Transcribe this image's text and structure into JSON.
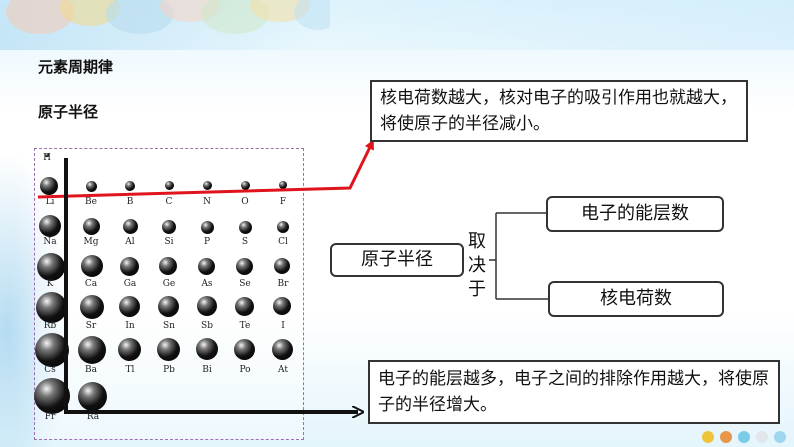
{
  "slide": {
    "title": "元素周期律",
    "subtitle": "原子半径"
  },
  "periodic_table": {
    "hydrogen": "H",
    "rows": [
      [
        "Li",
        "Be",
        "B",
        "C",
        "N",
        "O",
        "F"
      ],
      [
        "Na",
        "Mg",
        "Al",
        "Si",
        "P",
        "S",
        "Cl"
      ],
      [
        "K",
        "Ca",
        "Ga",
        "Ge",
        "As",
        "Se",
        "Br"
      ],
      [
        "Rb",
        "Sr",
        "In",
        "Sn",
        "Sb",
        "Te",
        "I"
      ],
      [
        "Cs",
        "Ba",
        "Tl",
        "Pb",
        "Bi",
        "Po",
        "At"
      ],
      [
        "Fr",
        "Ra"
      ]
    ]
  },
  "notes": {
    "nuclear_charge_effect": "核电荷数越大，核对电子的吸引作用也就越大，将使原子的半径减小。",
    "atomic_radius": "原子半径",
    "depends_on": [
      "取",
      "决",
      "于"
    ],
    "factor_energy_levels": "电子的能层数",
    "factor_nuclear_charge": "核电荷数",
    "energy_level_effect": "电子的能层越多，电子之间的排除作用越大，将使原子的半径增大。"
  },
  "colors": {
    "highlight_arrow": "#e0141c",
    "axis_arrow": "#111111",
    "table_border": "#9b6fb0"
  },
  "decor_dots": [
    "#f0c43a",
    "#e8964a",
    "#7ccbe8",
    "#e1e6ea",
    "#9dd6ee"
  ]
}
